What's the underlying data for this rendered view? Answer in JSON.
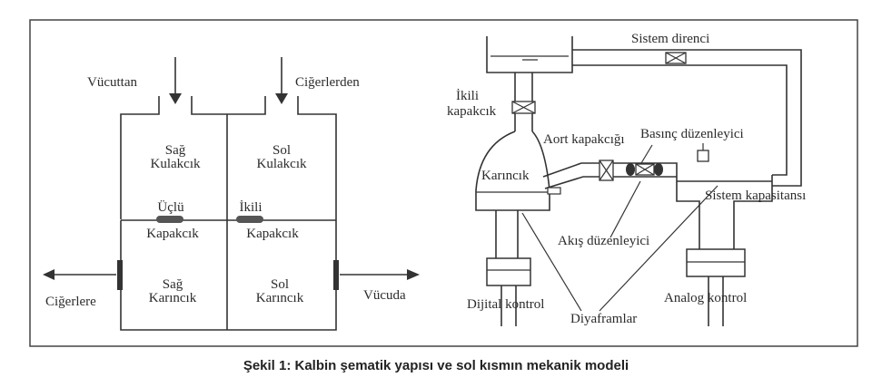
{
  "left_diagram": {
    "inlet_body": "Vücuttan",
    "inlet_lungs": "Ciğerlerden",
    "right_atrium": [
      "Sağ",
      "Kulakcık"
    ],
    "left_atrium": [
      "Sol",
      "Kulakcık"
    ],
    "tricuspid": "Üçlü",
    "mitral": "İkili",
    "valve_right": "Kapakcık",
    "valve_left": "Kapakcık",
    "right_ventricle": [
      "Sağ",
      "Karıncık"
    ],
    "left_ventricle": [
      "Sol",
      "Karıncık"
    ],
    "outlet_lungs": "Ciğerlere",
    "outlet_body": "Vücuda"
  },
  "right_diagram": {
    "system_resistance": "Sistem direnci",
    "mitral_valve": [
      "İkili",
      "kapakcık"
    ],
    "aortic_valve": "Aort kapakcığı",
    "pressure_regulator": "Basınç düzenleyici",
    "ventricle": "Karıncık",
    "system_capacitance": "Sistem kapasitansı",
    "flow_regulator": "Akış düzenleyici",
    "digital_control": "Dijital kontrol",
    "diaphragms": "Diyaframlar",
    "analog_control": "Analog kontrol"
  },
  "caption": "Şekil 1: Kalbin şematik yapısı ve sol kısmın mekanik modeli"
}
